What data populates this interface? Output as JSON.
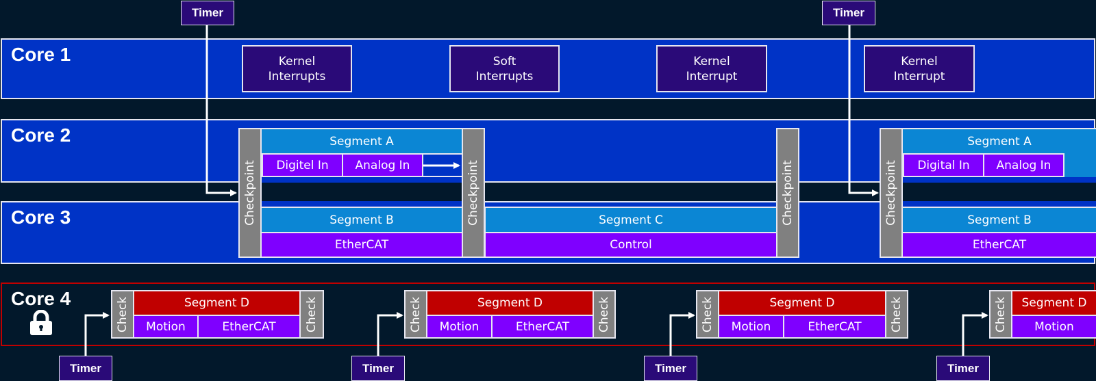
{
  "colors": {
    "background": "#02182b",
    "core_fill": "#0033c6",
    "core_border": "#e6e6f0",
    "locked_core_border": "#c00000",
    "timer_fill": "#2a0a78",
    "segment_fill": "#0b86d4",
    "task_fill": "#7f00ff",
    "segment_d_fill": "#c00000",
    "checkpoint_fill": "#808080"
  },
  "timer_label": "Timer",
  "cores": [
    {
      "label": "Core 1"
    },
    {
      "label": "Core 2"
    },
    {
      "label": "Core 3"
    },
    {
      "label": "Core 4",
      "locked": true,
      "icon": "lock-icon"
    }
  ],
  "core1": {
    "interrupts": [
      {
        "label": "Kernel\nInterrupts"
      },
      {
        "label": "Soft\nInterrupts"
      },
      {
        "label": "Kernel\nInterrupt"
      },
      {
        "label": "Kernel\nInterrupt"
      }
    ]
  },
  "checkpoint_label": "Checkpoint",
  "check_label": "Check",
  "core2": {
    "groups": [
      {
        "segment": "Segment A",
        "tasks": [
          "Digitel In",
          "Analog In"
        ]
      },
      {
        "segment": "Segment A",
        "tasks": [
          "Digital In",
          "Analog In"
        ]
      }
    ]
  },
  "core3": {
    "groups": [
      {
        "segment": "Segment B",
        "task": "EtherCAT"
      },
      {
        "segment": "Segment C",
        "task": "Control"
      },
      {
        "segment": "Segment B",
        "task": "EtherCAT"
      }
    ]
  },
  "core4": {
    "groups": [
      {
        "segment": "Segment D",
        "tasks": [
          "Motion",
          "EtherCAT"
        ]
      },
      {
        "segment": "Segment D",
        "tasks": [
          "Motion",
          "EtherCAT"
        ]
      },
      {
        "segment": "Segment D",
        "tasks": [
          "Motion",
          "EtherCAT"
        ]
      },
      {
        "segment": "Segment D",
        "tasks": [
          "Motion"
        ]
      }
    ]
  }
}
